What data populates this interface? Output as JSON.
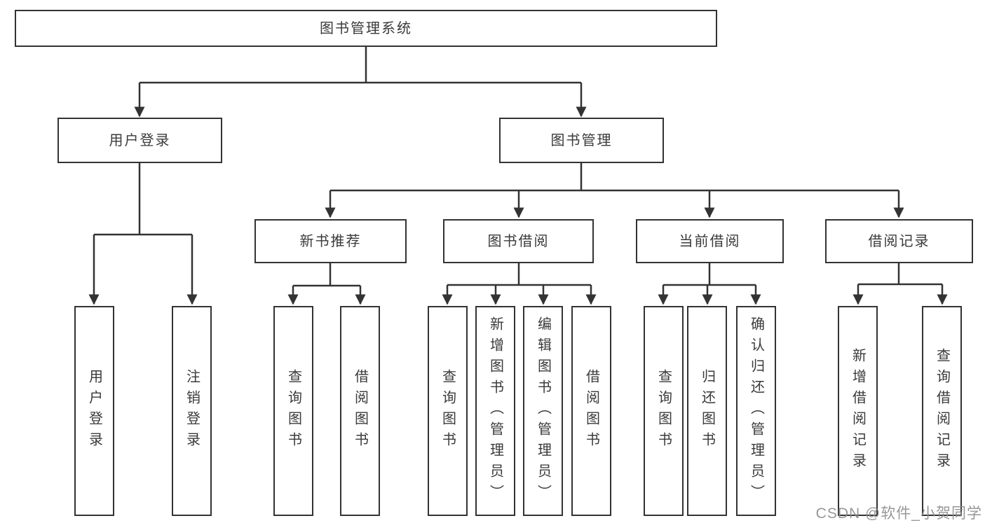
{
  "diagram": {
    "type": "tree",
    "title": "图书管理系统",
    "tree": {
      "label": "图书管理系统",
      "children": [
        {
          "label": "用户登录",
          "children": [
            {
              "label": "用户登录"
            },
            {
              "label": "注销登录"
            }
          ]
        },
        {
          "label": "图书管理",
          "children": [
            {
              "label": "新书推荐",
              "children": [
                {
                  "label": "查询图书"
                },
                {
                  "label": "借阅图书"
                }
              ]
            },
            {
              "label": "图书借阅",
              "children": [
                {
                  "label": "查询图书"
                },
                {
                  "label": "新增图书（管理员）"
                },
                {
                  "label": "编辑图书（管理员）"
                },
                {
                  "label": "借阅图书"
                }
              ]
            },
            {
              "label": "当前借阅",
              "children": [
                {
                  "label": "查询图书"
                },
                {
                  "label": "归还图书"
                },
                {
                  "label": "确认归还（管理员）"
                }
              ]
            },
            {
              "label": "借阅记录",
              "children": [
                {
                  "label": "新增借阅记录"
                },
                {
                  "label": "查询借阅记录"
                }
              ]
            }
          ]
        }
      ]
    },
    "colors": {
      "line": "#333333",
      "box_border": "#333333",
      "box_fill": "#ffffff",
      "text": "#3a3a3a",
      "background": "#ffffff",
      "watermark": "#8c8c8c"
    }
  },
  "watermark": {
    "text": "CSDN @软件_小贺同学"
  }
}
